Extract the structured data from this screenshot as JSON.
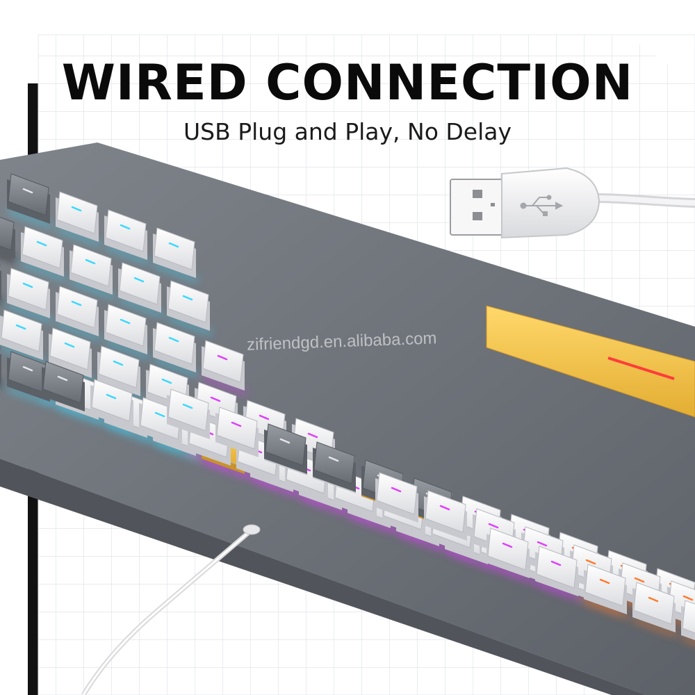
{
  "headline": "WIRED CONNECTION",
  "subline": "USB Plug and Play, No Delay",
  "watermark": "zifriendgd.en.alibaba.com",
  "colors": {
    "key_white": "#f1f1f3",
    "key_gray": "#7c8189",
    "key_yellow": "#f2c34a",
    "case": "#6f747b",
    "rgb_pink": "#e03cff",
    "rgb_cyan": "#38d8ff",
    "rgb_orange": "#ff7a2a"
  },
  "icons": [
    "usb-plug-icon",
    "usb-symbol-icon",
    "keyboard-icon",
    "usb-cable-icon"
  ]
}
